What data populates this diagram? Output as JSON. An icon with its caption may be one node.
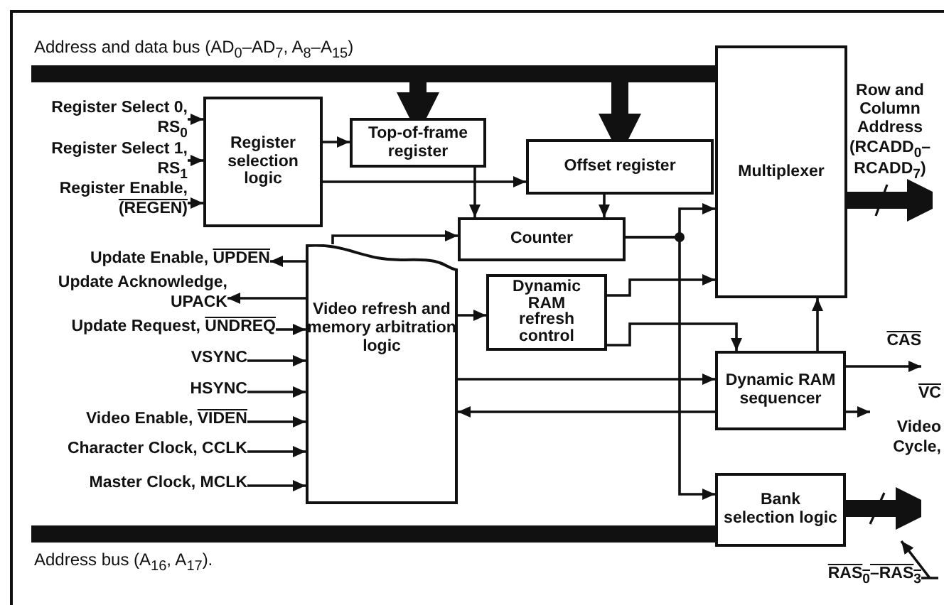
{
  "diagram": {
    "nodes": [
      {
        "text": [
          "Register selection logic"
        ]
      },
      {
        "text": [
          "Top-of-frame register"
        ]
      },
      {
        "text": [
          "Offset register"
        ]
      },
      {
        "text": [
          "Multiplexer"
        ]
      },
      {
        "text": [
          "Counter"
        ]
      },
      {
        "text": [
          "Video refresh and memory arbitration logic"
        ]
      },
      {
        "text": [
          "Dynamic RAM refresh control"
        ]
      },
      {
        "text": [
          "Dynamic RAM sequencer"
        ]
      },
      {
        "text": [
          "Bank selection logic"
        ]
      },
      {
        "text": [
          "Address and data bus (AD$_{0}$–AD$_{7}$, A$_{8}$–A$_{15}$)"
        ]
      },
      {
        "text": [
          "Address bus (A$_{16}$, A$_{17}$)."
        ]
      },
      {
        "text": [
          "Register Select 0,",
          "RS$_{0}$"
        ]
      },
      {
        "text": [
          "Register Select 1,",
          "RS$_{1}$"
        ]
      },
      {
        "text": [
          "Register Enable,",
          "(REGEN)"
        ]
      },
      {
        "text": [
          "Update Enable,",
          "UPDEN"
        ]
      },
      {
        "text": [
          "Update Acknowledge,",
          "UPACK"
        ]
      },
      {
        "text": [
          "Update Request,",
          "UNDREQ"
        ]
      },
      {
        "text": [
          "VSYNC"
        ]
      },
      {
        "text": [
          "HSYNC"
        ]
      },
      {
        "text": [
          "Video Enable,",
          "VIDEN"
        ]
      },
      {
        "text": [
          "Character Clock,",
          "CCLK"
        ]
      },
      {
        "text": [
          "Master Clock,",
          "MCLK"
        ]
      },
      {
        "text": [
          "RAS$_{0}$–RAS$_{3}$"
        ]
      },
      {
        "text": [
          "VC",
          "Video Cycle,"
        ]
      },
      {
        "text": [
          "Row and Column Address (RCADD$_{0}$– RCADD$_{7}$)"
        ]
      },
      {
        "text": [
          "CAS"
        ]
      }
    ],
    "edges": [
      {
        "from": 9,
        "to": 1,
        "arrow": "to",
        "style": "thick"
      },
      {
        "from": 9,
        "to": 2,
        "arrow": "to",
        "style": "thick"
      },
      {
        "from": 11,
        "to": 0,
        "arrow": "to"
      },
      {
        "from": 12,
        "to": 0,
        "arrow": "to"
      },
      {
        "from": 13,
        "to": 0,
        "arrow": "to"
      },
      {
        "from": 0,
        "to": 1,
        "arrow": "to"
      },
      {
        "from": 0,
        "to": 2,
        "arrow": "to"
      },
      {
        "from": 1,
        "to": 4,
        "arrow": "to"
      },
      {
        "from": 2,
        "to": 4,
        "arrow": "to"
      },
      {
        "from": 4,
        "to": 3,
        "arrow": "to"
      },
      {
        "from": 4,
        "to": 8,
        "arrow": "to"
      },
      {
        "from": 5,
        "to": 4,
        "arrow": "to"
      },
      {
        "from": 5,
        "to": 6,
        "arrow": "to"
      },
      {
        "from": 6,
        "to": 3,
        "arrow": "to"
      },
      {
        "from": 6,
        "to": 7,
        "arrow": "to"
      },
      {
        "from": 5,
        "to": 7,
        "arrow": "to"
      },
      {
        "from": 7,
        "to": 5,
        "arrow": "to"
      },
      {
        "from": 7,
        "to": 3,
        "arrow": "to"
      },
      {
        "from": 7,
        "to": 25,
        "arrow": "to"
      },
      {
        "from": 7,
        "to": 23,
        "arrow": "to"
      },
      {
        "from": 3,
        "to": 24,
        "arrow": "to",
        "style": "thick"
      },
      {
        "from": 8,
        "to": 22,
        "arrow": "to",
        "style": "thick"
      },
      {
        "from": 5,
        "to": 14,
        "arrow": "to"
      },
      {
        "from": 5,
        "to": 15,
        "arrow": "to"
      },
      {
        "from": 16,
        "to": 5,
        "arrow": "to"
      },
      {
        "from": 17,
        "to": 5,
        "arrow": "to"
      },
      {
        "from": 18,
        "to": 5,
        "arrow": "to"
      },
      {
        "from": 19,
        "to": 5,
        "arrow": "to"
      },
      {
        "from": 20,
        "to": 5,
        "arrow": "to"
      },
      {
        "from": 21,
        "to": 5,
        "arrow": "to"
      },
      {
        "from": 22,
        "to": null,
        "arrow": "to"
      }
    ],
    "labels": []
  }
}
